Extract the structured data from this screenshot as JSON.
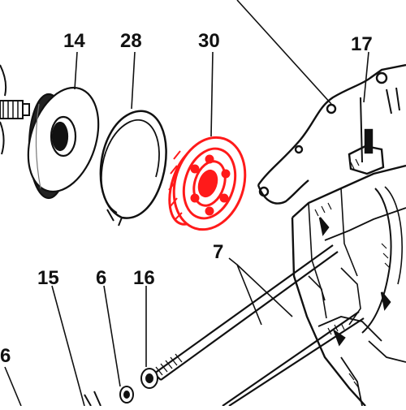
{
  "callouts": {
    "c14": "14",
    "c28": "28",
    "c30": "30",
    "c17": "17",
    "c7": "7",
    "c15": "15",
    "c6a": "6",
    "c16": "16",
    "c6b": "6"
  },
  "colors": {
    "ink": "#111111",
    "highlight": "#ff1a1a",
    "background": "#ffffff"
  }
}
